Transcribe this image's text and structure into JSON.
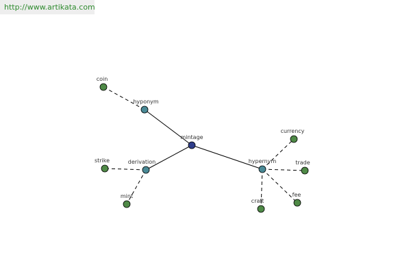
{
  "banner": {
    "url_text": "http://www.artikata.com"
  },
  "graph": {
    "colors": {
      "center": "#2f3d8a",
      "relation": "#4a8a96",
      "leaf": "#4f8a47"
    },
    "nodes": [
      {
        "id": "mintage",
        "label": "mintage",
        "kind": "center"
      },
      {
        "id": "hyponym",
        "label": "hyponym",
        "kind": "relation"
      },
      {
        "id": "derivation",
        "label": "derivation",
        "kind": "relation"
      },
      {
        "id": "hypernym",
        "label": "hypernym",
        "kind": "relation"
      },
      {
        "id": "coin",
        "label": "coin",
        "kind": "leaf"
      },
      {
        "id": "strike",
        "label": "strike",
        "kind": "leaf"
      },
      {
        "id": "mint",
        "label": "mint",
        "kind": "leaf"
      },
      {
        "id": "currency",
        "label": "currency",
        "kind": "leaf"
      },
      {
        "id": "trade",
        "label": "trade",
        "kind": "leaf"
      },
      {
        "id": "fee",
        "label": "fee",
        "kind": "leaf"
      },
      {
        "id": "craft",
        "label": "craft",
        "kind": "leaf"
      }
    ],
    "edges": [
      {
        "from": "mintage",
        "to": "hyponym",
        "style": "solid"
      },
      {
        "from": "mintage",
        "to": "derivation",
        "style": "solid"
      },
      {
        "from": "mintage",
        "to": "hypernym",
        "style": "solid"
      },
      {
        "from": "hyponym",
        "to": "coin",
        "style": "dashed"
      },
      {
        "from": "derivation",
        "to": "strike",
        "style": "dashed"
      },
      {
        "from": "derivation",
        "to": "mint",
        "style": "dashed"
      },
      {
        "from": "hypernym",
        "to": "currency",
        "style": "dashed"
      },
      {
        "from": "hypernym",
        "to": "trade",
        "style": "dashed"
      },
      {
        "from": "hypernym",
        "to": "fee",
        "style": "dashed"
      },
      {
        "from": "hypernym",
        "to": "craft",
        "style": "dashed"
      }
    ]
  }
}
